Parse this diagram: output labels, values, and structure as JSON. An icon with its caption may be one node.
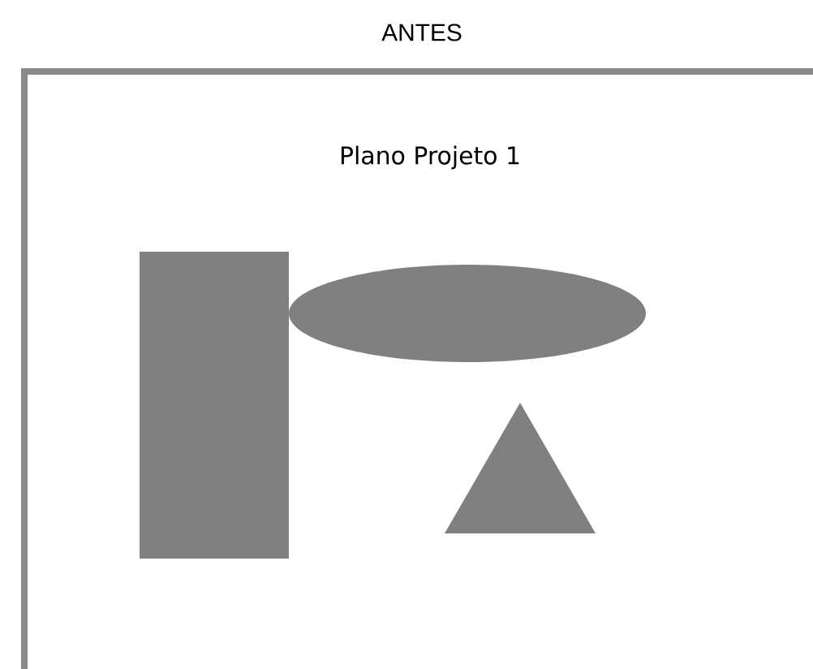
{
  "diagram": {
    "title": "ANTES",
    "nodes": [
      {
        "text": [
          "Plano Projeto 1"
        ]
      },
      {
        "text": [],
        "shape": "box",
        "in": 0
      },
      {
        "text": [],
        "shape": "ellipse",
        "in": 0
      },
      {
        "text": [],
        "shape": "triangle",
        "in": 0
      }
    ]
  }
}
